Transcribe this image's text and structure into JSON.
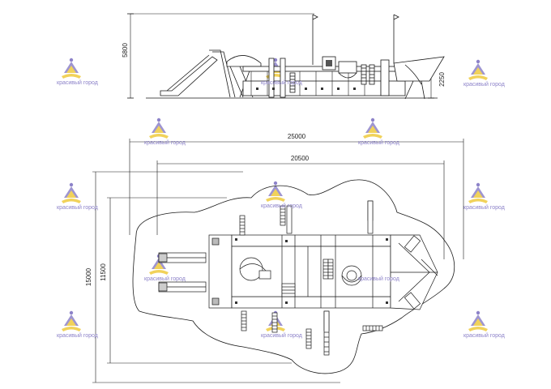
{
  "elevation": {
    "height_dim": "5800",
    "platform_height_dim": "2250"
  },
  "plan": {
    "total_length_dim": "25000",
    "inner_length_dim": "20500",
    "total_width_dim": "15000",
    "inner_width_dim": "11500"
  },
  "watermark": {
    "brand_text": "красивый город",
    "colors": {
      "purple": "#8d83c9",
      "yellow": "#f1d25a"
    }
  },
  "colors": {
    "line": "#1a1a1a",
    "fill_dark": "#3a3a3a",
    "fill_light": "#bdbdbd"
  }
}
